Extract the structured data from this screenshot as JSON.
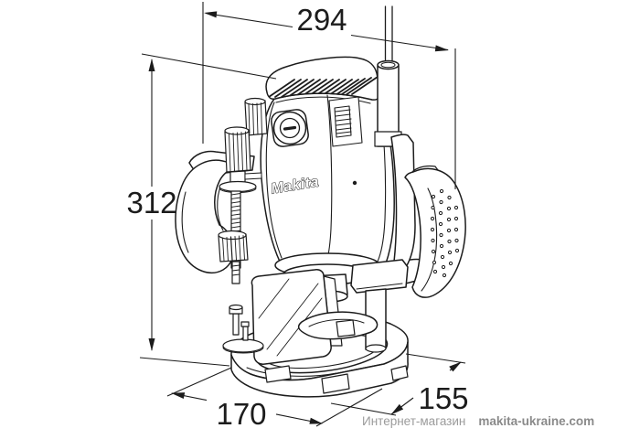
{
  "figure": {
    "alt": "Isometric dimensional line drawing of a Makita plunge router",
    "brand_label": "Makita"
  },
  "dimensions": {
    "overall_width": "294",
    "overall_height": "312",
    "base_width": "170",
    "base_depth": "155"
  },
  "watermark": {
    "store_label": "Интернет-магазин",
    "site": "makita-ukraine.com"
  },
  "colors": {
    "line": "#1c1c1c",
    "background": "#ffffff",
    "watermark_store": "#9b9b9b",
    "watermark_site": "#8a8a8a"
  }
}
